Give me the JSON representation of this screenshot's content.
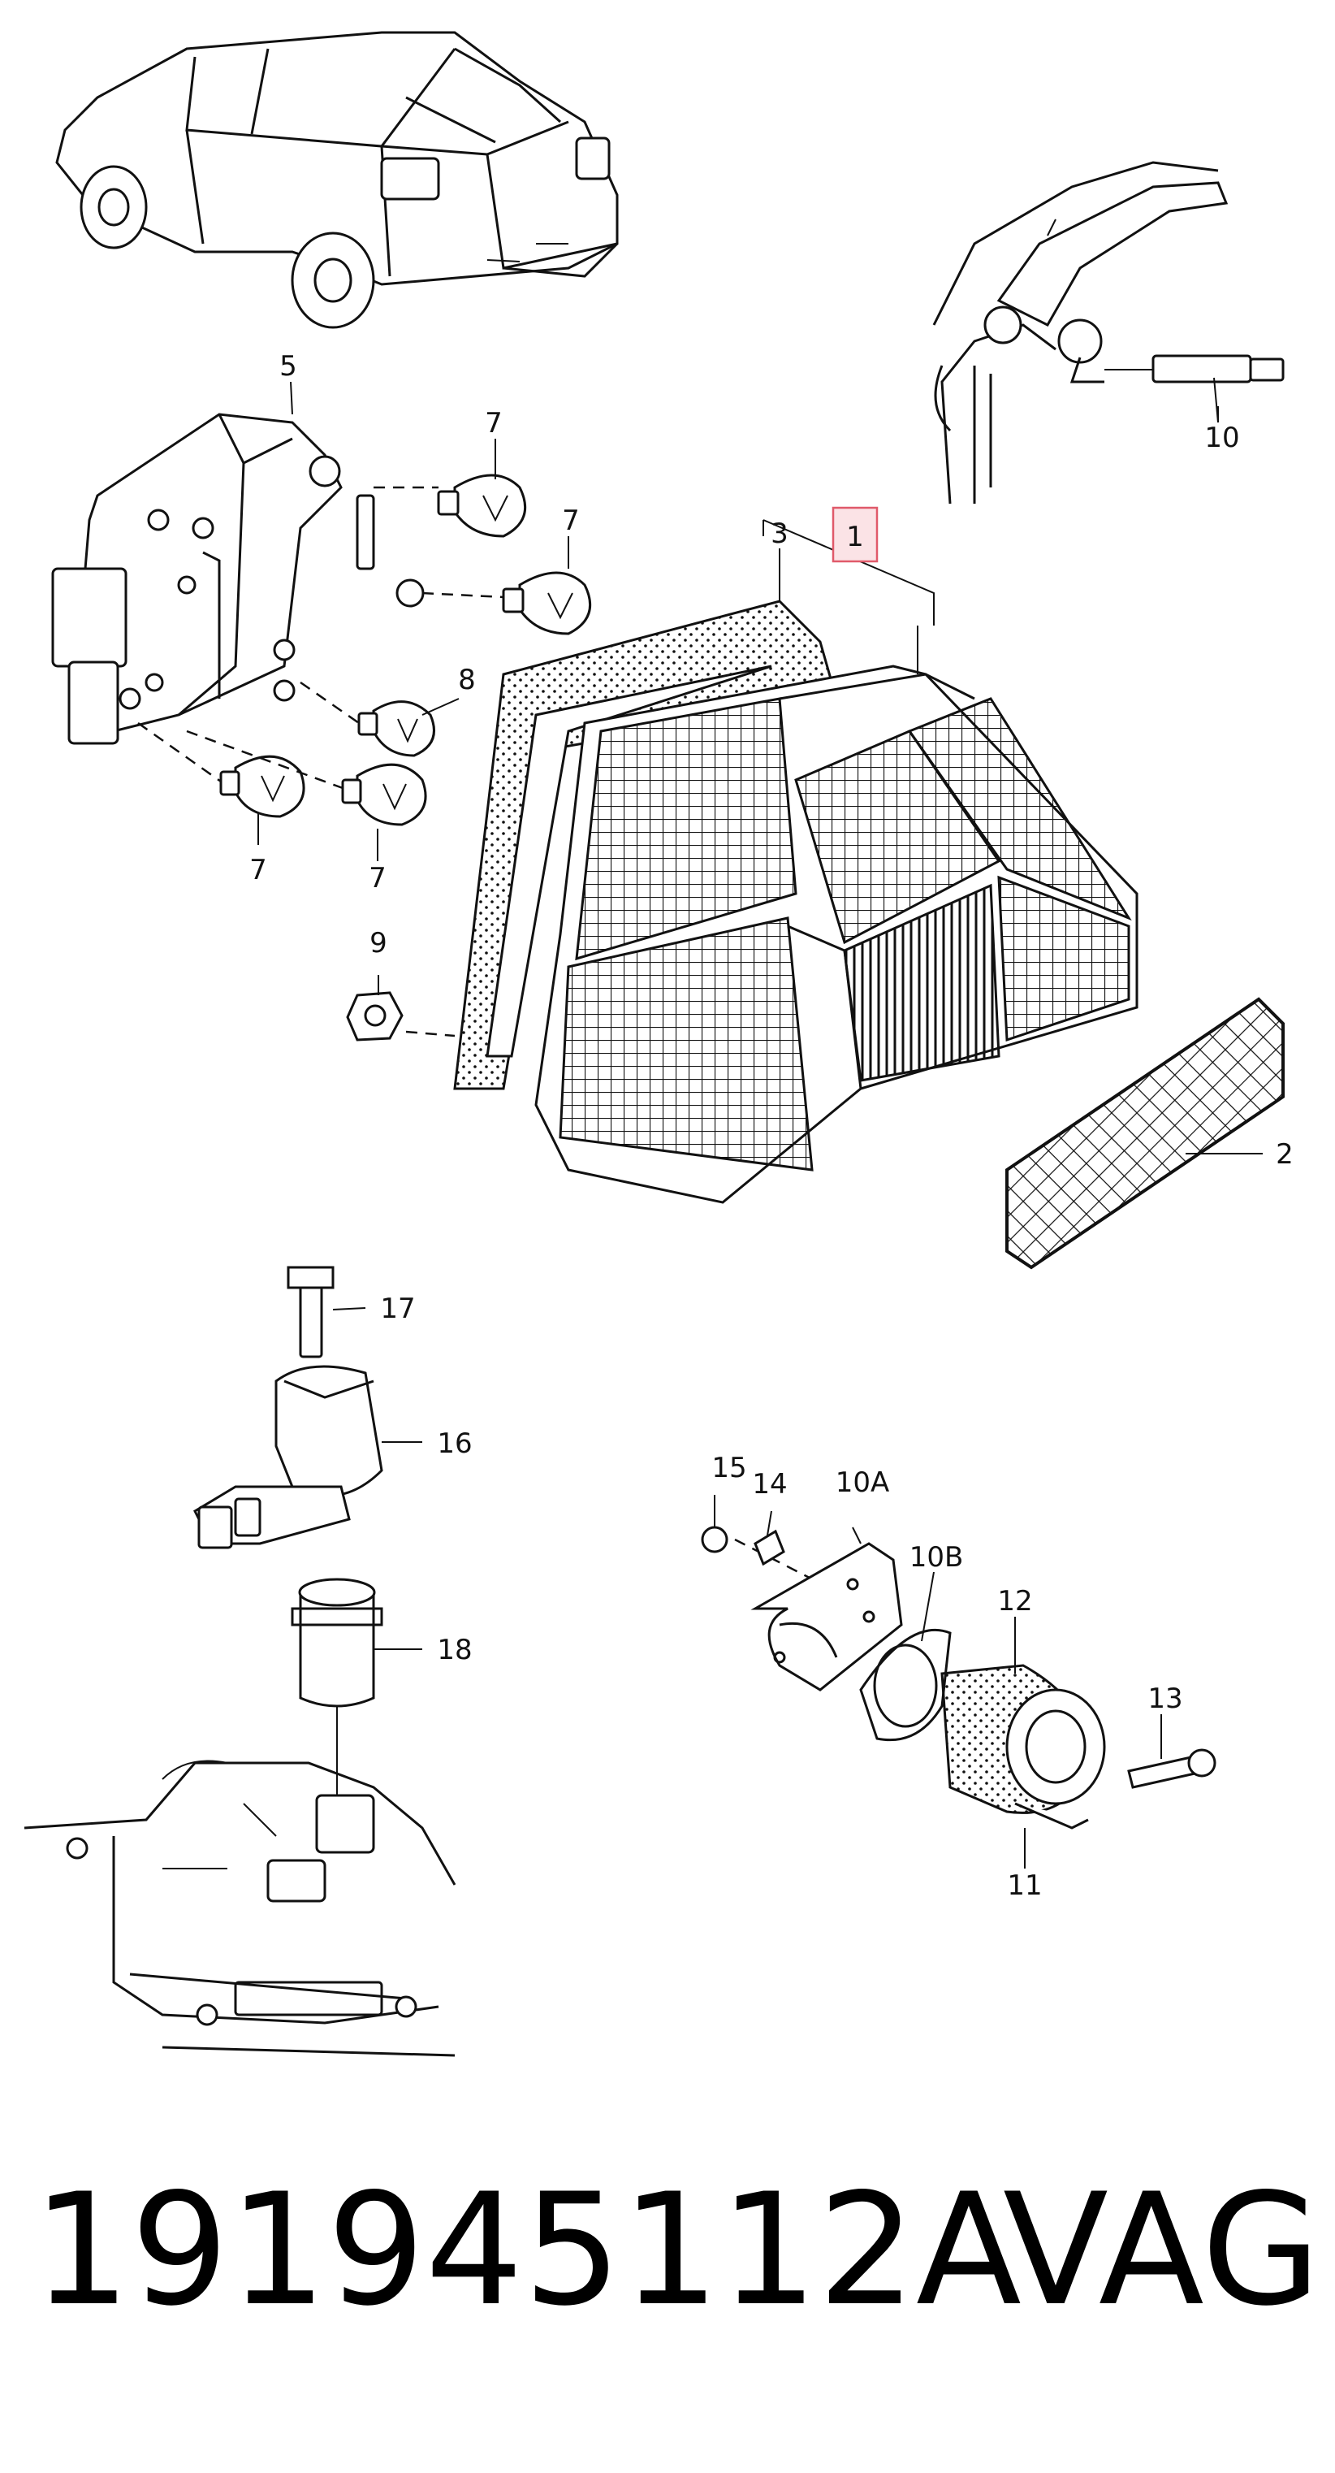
{
  "diagram": {
    "callouts": {
      "c1": "1",
      "c2": "2",
      "c3": "3",
      "c5": "5",
      "c7a": "7",
      "c7b": "7",
      "c7c": "7",
      "c7d": "7",
      "c8": "8",
      "c9": "9",
      "c10": "10",
      "c10a": "10A",
      "c10b": "10B",
      "c11": "11",
      "c12": "12",
      "c13": "13",
      "c14": "14",
      "c15": "15",
      "c16": "16",
      "c17": "17",
      "c18": "18"
    },
    "highlight_color": "#e05a6a"
  },
  "footer": {
    "part_number": "191945112A",
    "brand": "VAG"
  }
}
